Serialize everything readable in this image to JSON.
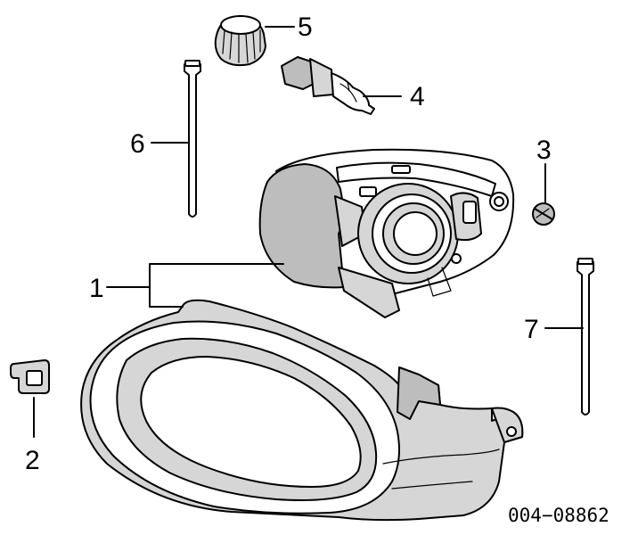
{
  "diagram": {
    "callouts": [
      {
        "id": "1",
        "label": "1"
      },
      {
        "id": "2",
        "label": "2"
      },
      {
        "id": "3",
        "label": "3"
      },
      {
        "id": "4",
        "label": "4"
      },
      {
        "id": "5",
        "label": "5"
      },
      {
        "id": "6",
        "label": "6"
      },
      {
        "id": "7",
        "label": "7"
      }
    ],
    "catalog_number": "004−08862"
  }
}
